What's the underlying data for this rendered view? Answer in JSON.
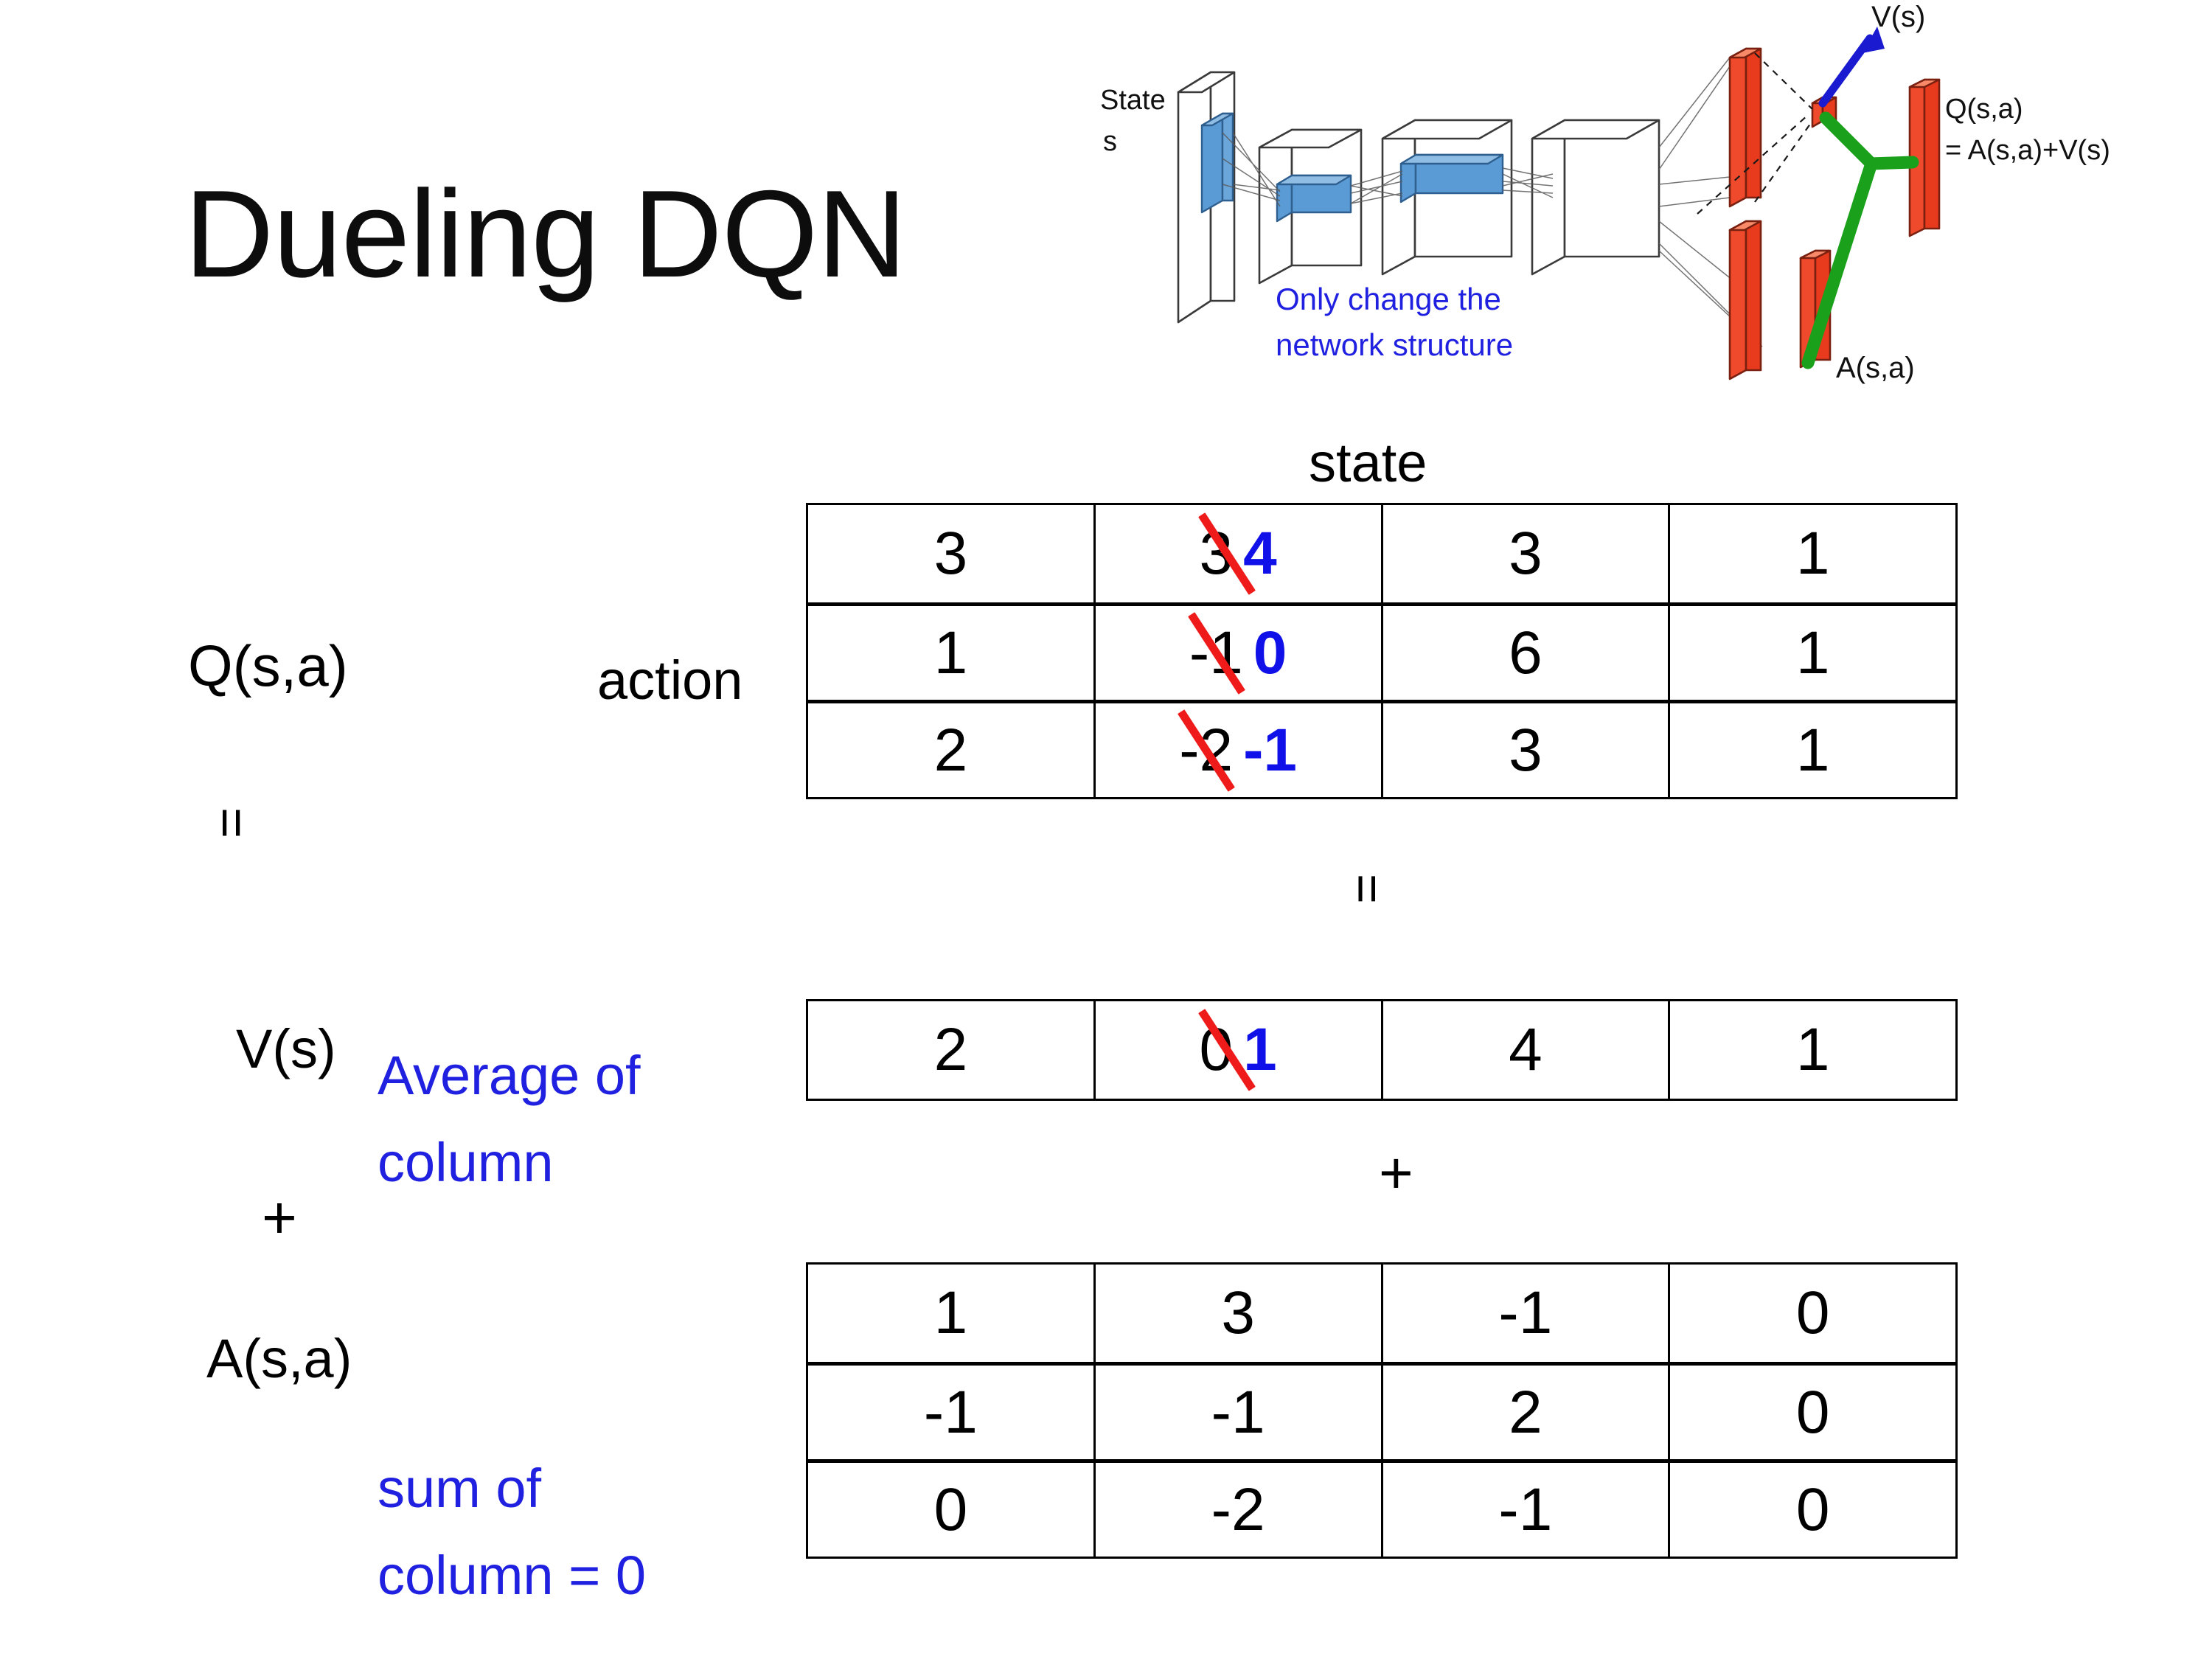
{
  "slide": {
    "title": "Dueling DQN"
  },
  "diagram": {
    "state_label_line1": "State",
    "state_label_line2": "s",
    "note_line1": "Only change the",
    "note_line2": "network structure",
    "value_label": "V(s)",
    "advantage_label": "A(s,a)",
    "q_label_line1": "Q(s,a)",
    "q_label_line2": "= A(s,a)+V(s)",
    "colors": {
      "note_blue": "#2020e0",
      "arrow_blue": "#1a1ad0",
      "bar_red": "#ee3322",
      "connector_green": "#1aa01a",
      "filter_blue": "#5b9bd5"
    }
  },
  "labels": {
    "q_function": "Q(s,a)",
    "equals_top": "=",
    "equals_middle": "=",
    "action_axis": "action",
    "state_axis": "state",
    "value_function": "V(s)",
    "average_of_column_line1": "Average of",
    "average_of_column_line2": "column",
    "plus_left": "+",
    "plus_middle": "+",
    "advantage_function": "A(s,a)",
    "sum_of_column_line1": "sum of",
    "sum_of_column_line2": "column = 0"
  },
  "colors": {
    "annotation_blue": "#2020e0",
    "new_value_blue": "#1010e8",
    "strikethrough_red": "#ef1b1b",
    "text_black": "#000000"
  },
  "chart_data": {
    "type": "table",
    "title": "Dueling DQN value decomposition",
    "axes": {
      "rows": "action",
      "columns": "state"
    },
    "tables": [
      {
        "name": "Q(s,a)",
        "rows": 3,
        "columns": 4,
        "values": [
          [
            "3",
            "3",
            "3",
            "1"
          ],
          [
            "1",
            "-1",
            "6",
            "1"
          ],
          [
            "2",
            "-2",
            "3",
            "1"
          ]
        ],
        "edits": [
          {
            "row": 0,
            "col": 1,
            "old": "3",
            "new": "4"
          },
          {
            "row": 1,
            "col": 1,
            "old": "-1",
            "new": "0"
          },
          {
            "row": 2,
            "col": 1,
            "old": "-2",
            "new": "-1"
          }
        ]
      },
      {
        "name": "V(s)",
        "rows": 1,
        "columns": 4,
        "values": [
          [
            "2",
            "0",
            "4",
            "1"
          ]
        ],
        "edits": [
          {
            "row": 0,
            "col": 1,
            "old": "0",
            "new": "1"
          }
        ]
      },
      {
        "name": "A(s,a)",
        "rows": 3,
        "columns": 4,
        "values": [
          [
            "1",
            "3",
            "-1",
            "0"
          ],
          [
            "-1",
            "-1",
            "2",
            "0"
          ],
          [
            "0",
            "-2",
            "-1",
            "0"
          ]
        ],
        "edits": []
      }
    ]
  }
}
